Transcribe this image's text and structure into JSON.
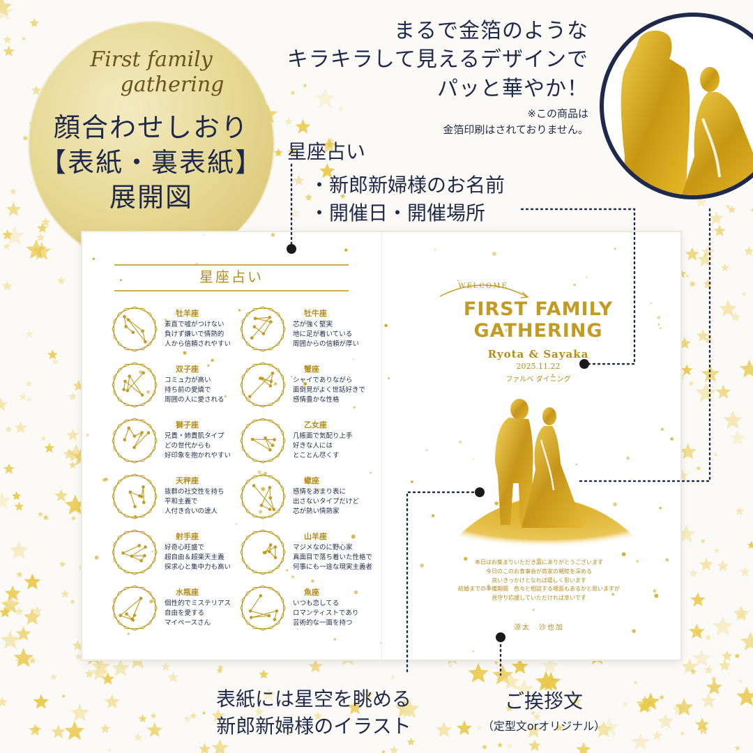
{
  "header": {
    "script_line1": "First family",
    "script_line2": "gathering",
    "title_line1": "顔合わせしおり",
    "title_line2": "【表紙・裏表紙】",
    "title_line3": "展開図"
  },
  "feature": {
    "line1": "まるで金箔のような",
    "line2": "キラキラして見えるデザインで",
    "line3": "パッと華やか！",
    "note1": "※この商品は",
    "note2": "金箔印刷はされておりません。"
  },
  "callouts": {
    "horoscope": "星座占い",
    "names": "・新郎新婦様のお名前",
    "date_place": "・開催日・開催場所",
    "illustration_line1": "表紙には星空を眺める",
    "illustration_line2": "新郎新婦様のイラスト",
    "greeting_title": "ご挨拶文",
    "greeting_sub": "（定型文orオリジナル）"
  },
  "horoscope_page": {
    "title": "星座占い",
    "signs": [
      {
        "name": "牡羊座",
        "desc": "素直で嘘がつけない\n負けず嫌いで情熱的\n人から信頼されやすい"
      },
      {
        "name": "牡牛座",
        "desc": "芯が強く堅実\n地に足が着いている\n周囲からの信頼が厚い"
      },
      {
        "name": "双子座",
        "desc": "コミュ力が高い\n持ち前の愛嬌で\n周囲の人に愛される"
      },
      {
        "name": "蟹座",
        "desc": "シャイでありながら\n面倒見がよく世話好きで\n感情豊かな性格"
      },
      {
        "name": "獅子座",
        "desc": "兄貴・姉貴肌タイプ\nどの世代からも\n好印象を抱かれやすい"
      },
      {
        "name": "乙女座",
        "desc": "几帳面で気配り上手\n好きな人には\nとことん尽くす"
      },
      {
        "name": "天秤座",
        "desc": "抜群の社交性を持ち\n平和主義で\n人付き合いの達人"
      },
      {
        "name": "蠍座",
        "desc": "感情をあまり表に\n出さないタイプだけど\n芯が熱い情熱家"
      },
      {
        "name": "射手座",
        "desc": "好奇心旺盛で\n超自由＆超楽天主義\n探求心と集中力も高い"
      },
      {
        "name": "山羊座",
        "desc": "マジメなのに野心家\n真面目で落ち着いた性格で\n何事にも一途な現実主義者"
      },
      {
        "name": "水瓶座",
        "desc": "個性的でミステリアス\n自由を愛する\nマイペースさん"
      },
      {
        "name": "魚座",
        "desc": "いつも恋してる\nロマンティストであり\n芸術的な一面を持つ"
      }
    ]
  },
  "cover": {
    "welcome": "WELCOME",
    "title_line1": "FIRST FAMILY",
    "title_line2": "GATHERING",
    "names": "Ryota & Sayaka",
    "date": "2025.11.22",
    "venue": "ファルベ ダイニング",
    "greeting": [
      "本日はお集まりいただき誠にありがとうございます",
      "今日のこのお食事会が両家の親睦を深める",
      "良いきっかけとなれば嬉しく思います",
      "結婚までの準備期間　色々と相談する場面もあるかと思いますが",
      "見守り応援していただければ幸いです"
    ],
    "signature": "涼太　沙也加"
  },
  "colors": {
    "navy": "#1f2a4a",
    "gold": "#c39a22",
    "gold_light": "#e6d48a",
    "star_gold": "#e9c84a"
  }
}
